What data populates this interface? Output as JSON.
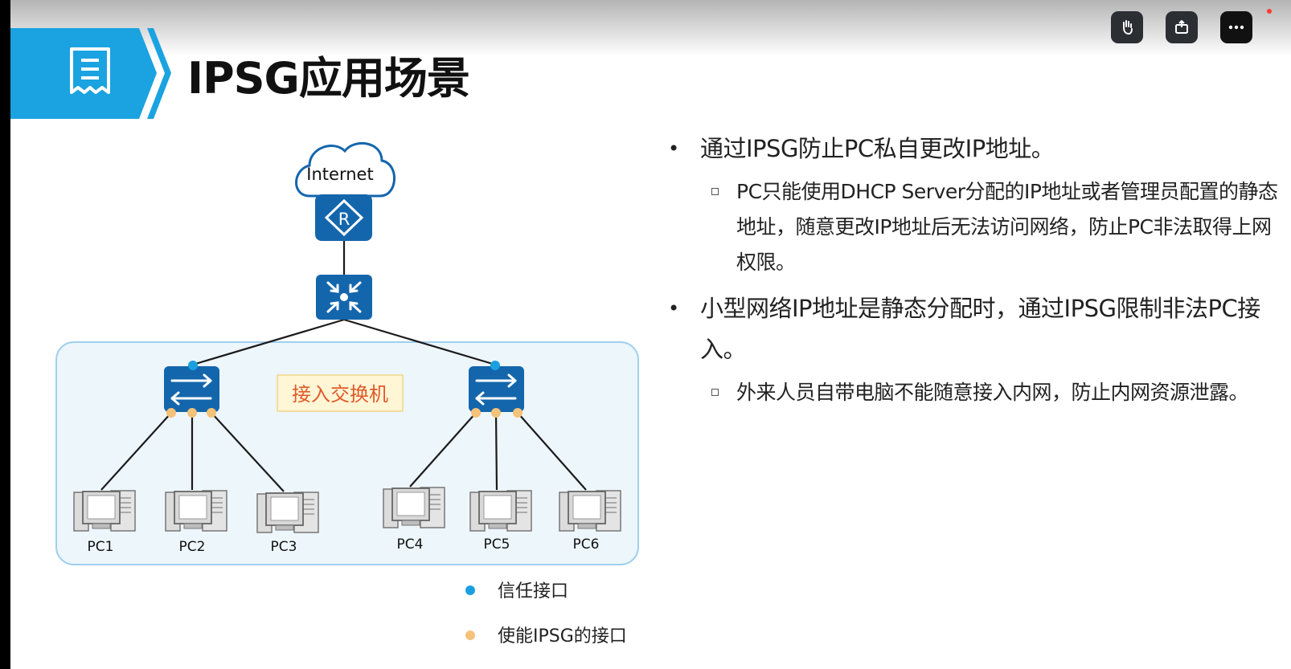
{
  "slide": {
    "title": "IPSG应用场景"
  },
  "toolbar": {
    "buttons": [
      "hand-icon",
      "share-icon",
      "more-icon"
    ]
  },
  "diagram": {
    "internet_label": "Internet",
    "router_letter": "R",
    "access_switch_label": "接入交换机",
    "pcs": [
      "PC1",
      "PC2",
      "PC3",
      "PC4",
      "PC5",
      "PC6"
    ],
    "legend": [
      {
        "label": "信任接口",
        "color": "#1aa0e0"
      },
      {
        "label": "使能IPSG的接口",
        "color": "#f5c27a"
      }
    ],
    "colors": {
      "device_blue": "#1466ac",
      "area_fill": "#edf6fb",
      "area_border": "#9fd0ec",
      "label_bg": "#fff6d6",
      "label_text": "#e05a2a"
    }
  },
  "bullets": [
    {
      "text": "通过IPSG防止PC私自更改IP地址。",
      "sub": [
        "PC只能使用DHCP Server分配的IP地址或者管理员配置的静态地址，随意更改IP地址后无法访问网络，防止PC非法取得上网权限。"
      ]
    },
    {
      "text": "小型网络IP地址是静态分配时，通过IPSG限制非法PC接入。",
      "sub": [
        "外来人员自带电脑不能随意接入内网，防止内网资源泄露。"
      ]
    }
  ]
}
